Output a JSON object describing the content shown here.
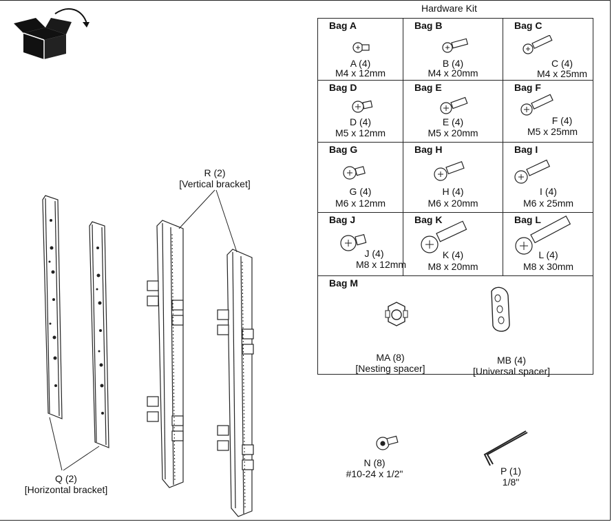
{
  "kit": {
    "title": "Hardware Kit",
    "bags": [
      {
        "bag": "Bag A",
        "id": "A (4)",
        "size": "M4 x 12mm"
      },
      {
        "bag": "Bag B",
        "id": "B (4)",
        "size": "M4 x 20mm"
      },
      {
        "bag": "Bag C",
        "id": "C (4)",
        "size": "M4 x 25mm"
      },
      {
        "bag": "Bag D",
        "id": "D (4)",
        "size": "M5 x 12mm"
      },
      {
        "bag": "Bag E",
        "id": "E (4)",
        "size": "M5 x 20mm"
      },
      {
        "bag": "Bag F",
        "id": "F (4)",
        "size": "M5 x 25mm"
      },
      {
        "bag": "Bag G",
        "id": "G (4)",
        "size": "M6 x 12mm"
      },
      {
        "bag": "Bag H",
        "id": "H (4)",
        "size": "M6 x 20mm"
      },
      {
        "bag": "Bag I",
        "id": "I (4)",
        "size": "M6 x 25mm"
      },
      {
        "bag": "Bag J",
        "id": "J (4)",
        "size": "M8 x 12mm"
      },
      {
        "bag": "Bag K",
        "id": "K (4)",
        "size": "M8 x 20mm"
      },
      {
        "bag": "Bag L",
        "id": "L (4)",
        "size": "M8 x 30mm"
      }
    ],
    "bag_m": {
      "bag": "Bag M",
      "ma_id": "MA (8)",
      "ma_name": "[Nesting spacer]",
      "mb_id": "MB (4)",
      "mb_name": "[Universal spacer]"
    }
  },
  "brackets": {
    "r_id": "R (2)",
    "r_name": "[Vertical bracket]",
    "q_id": "Q (2)",
    "q_name": "[Horizontal bracket]"
  },
  "loose": {
    "n_id": "N (8)",
    "n_size": "#10-24 x 1/2\"",
    "p_id": "P (1)",
    "p_size": "1/8\""
  },
  "icons": [
    "open-box-icon",
    "screw-icon",
    "nesting-spacer-icon",
    "universal-spacer-icon",
    "hex-key-icon",
    "bracket-illustration"
  ]
}
